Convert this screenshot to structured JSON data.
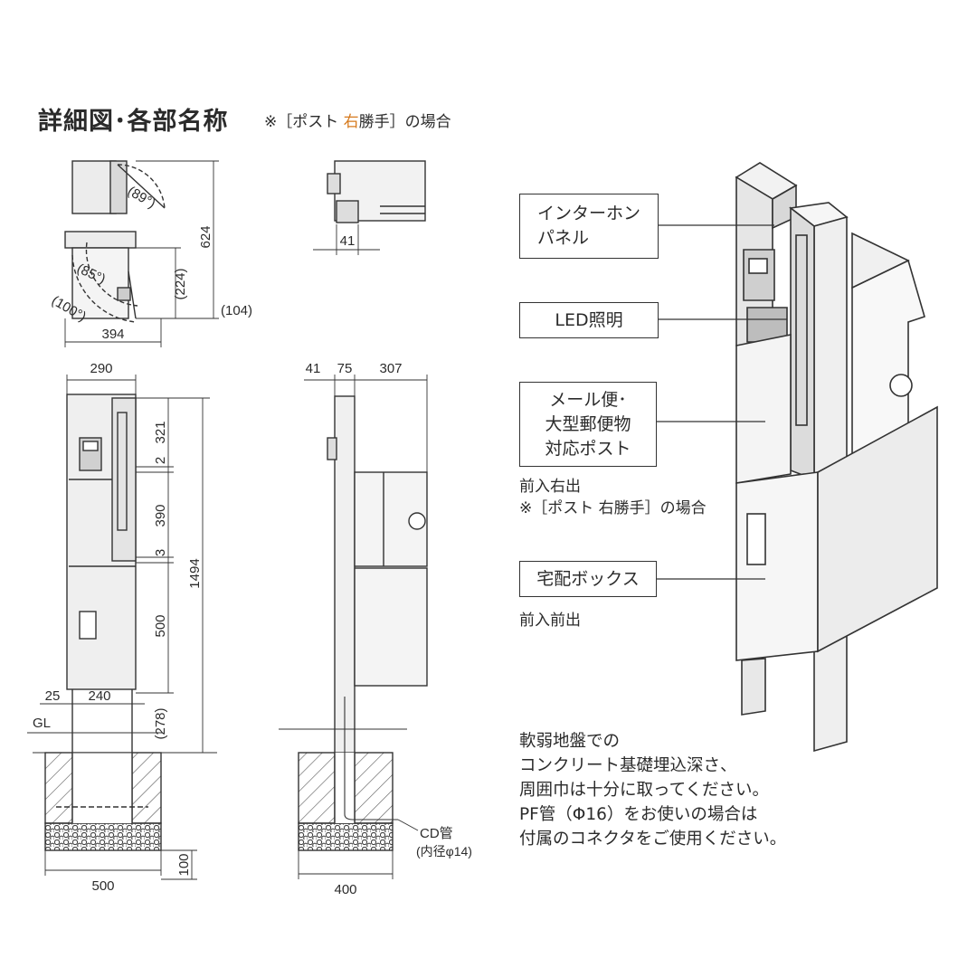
{
  "header": {
    "title": "詳細図･各部名称",
    "note_prefix": "※［ポスト ",
    "note_accent": "右",
    "note_suffix": "勝手］の場合",
    "accent_color": "#d67a1e"
  },
  "top_view": {
    "angle_top": "(89°)",
    "angle_mid": "(85°)",
    "angle_low": "(100°)",
    "dim_height": "624",
    "dim_inner": "(224)",
    "dim_side": "(104)",
    "dim_width": "394"
  },
  "small_view": {
    "dim": "41"
  },
  "front_view": {
    "dim_width": "290",
    "dim_321": "321",
    "dim_2": "2",
    "dim_390": "390",
    "dim_3": "3",
    "dim_500": "500",
    "dim_278": "(278)",
    "dim_1494": "1494",
    "dim_25": "25",
    "dim_240": "240",
    "gl": "GL",
    "found_width": "500",
    "found_depth": "100"
  },
  "side_view": {
    "dim_41": "41",
    "dim_75": "75",
    "dim_307": "307",
    "cd_label": "CD管",
    "cd_note": "(内径φ14)",
    "found_width": "400"
  },
  "labels": {
    "intercom_line1": "インターホン",
    "intercom_line2": "パネル",
    "led": "LED照明",
    "mail_line1": "メール便･",
    "mail_line2": "大型郵便物",
    "mail_line3": "対応ポスト",
    "mail_sub1": "前入右出",
    "mail_sub2": "※［ポスト 右勝手］の場合",
    "delivery": "宅配ボックス",
    "delivery_sub": "前入前出"
  },
  "notes": [
    "軟弱地盤での",
    "コンクリート基礎埋込深さ、",
    "周囲巾は十分に取ってください。",
    "PF管（Φ16）をお使いの場合は",
    "付属のコネクタをご使用ください。"
  ]
}
